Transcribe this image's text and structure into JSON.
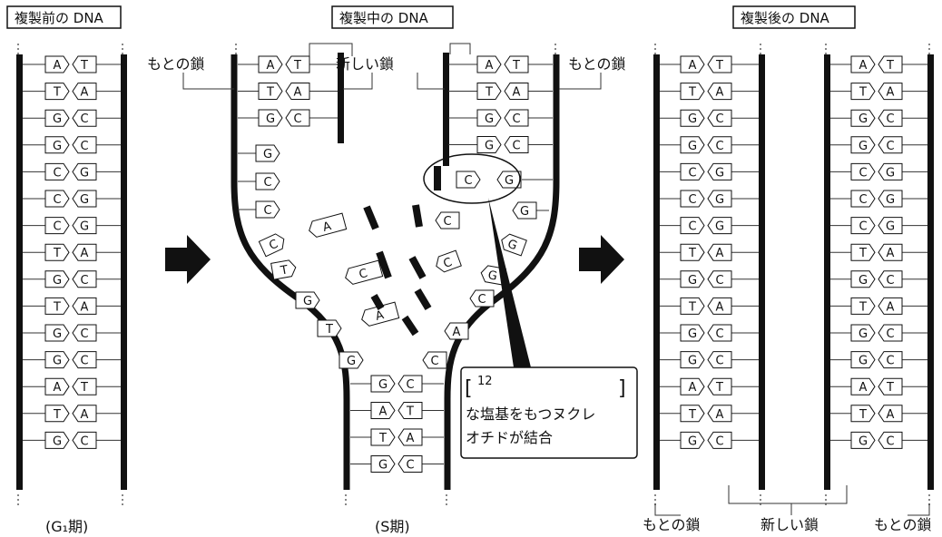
{
  "titles": {
    "before": "複製前の DNA",
    "during": "複製中の DNA",
    "after": "複製後の DNA"
  },
  "labels": {
    "original": "もとの鎖",
    "new": "新しい鎖"
  },
  "phases": {
    "g1": "(G₁期)",
    "s": "(S期)"
  },
  "callout": {
    "bracket_open": "[",
    "number": "12",
    "bracket_close": "]",
    "line1": "な塩基をもつヌクレ",
    "line2": "オチドが結合"
  },
  "sequence": {
    "left": [
      "A",
      "T",
      "G",
      "G",
      "C",
      "C",
      "C",
      "T",
      "G",
      "T",
      "G",
      "G",
      "A",
      "T",
      "G"
    ],
    "right": [
      "T",
      "A",
      "C",
      "C",
      "G",
      "G",
      "G",
      "A",
      "C",
      "A",
      "C",
      "C",
      "T",
      "A",
      "C"
    ]
  },
  "fork": {
    "left_top": [
      [
        "A",
        "T"
      ],
      [
        "T",
        "A"
      ],
      [
        "G",
        "C"
      ]
    ],
    "left_single": [
      "G",
      "C",
      "C"
    ],
    "right_top": [
      [
        "A",
        "T"
      ],
      [
        "T",
        "A"
      ],
      [
        "G",
        "C"
      ],
      [
        "G",
        "C"
      ]
    ],
    "right_single": [
      "C",
      "G"
    ],
    "bottom": [
      [
        "G",
        "C"
      ],
      [
        "A",
        "T"
      ],
      [
        "T",
        "A"
      ],
      [
        "G",
        "C"
      ]
    ],
    "free_left": [
      "C",
      "T",
      "G",
      "T",
      "G"
    ],
    "free_mid": [
      "A",
      "C",
      "A"
    ],
    "free_right": [
      "C",
      "C",
      "C",
      "A",
      "C",
      "G",
      "G"
    ]
  }
}
